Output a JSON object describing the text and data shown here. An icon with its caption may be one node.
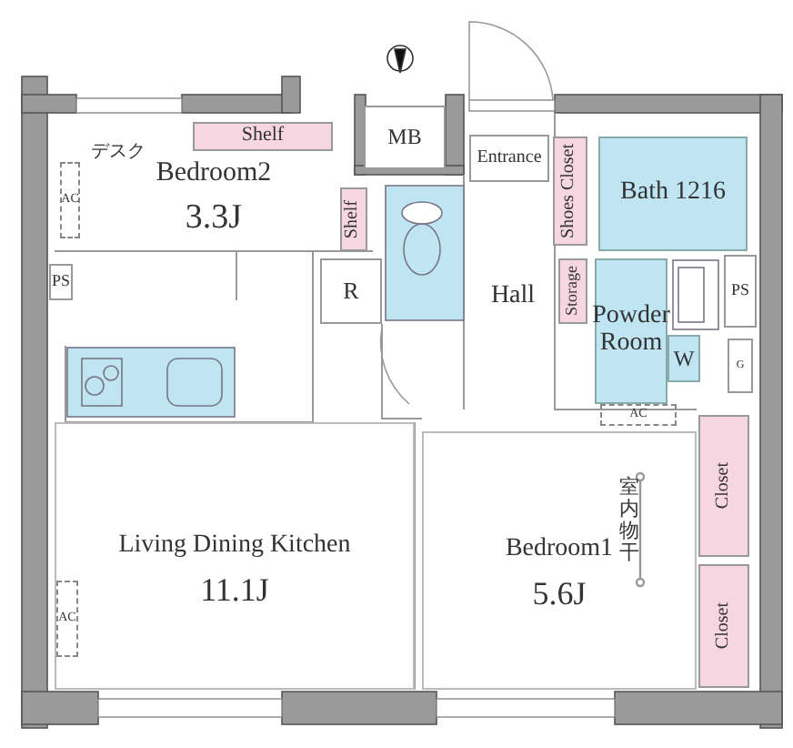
{
  "diagram": {
    "nodes": [
      {
        "text": [
          "Bedroom2",
          "3.3J"
        ]
      },
      {
        "text": [
          "Shelf"
        ],
        "in": 0
      },
      {
        "text": [
          "AC"
        ],
        "in": 0
      },
      {
        "text": [
          "MB"
        ]
      },
      {
        "text": [
          "Shelf"
        ],
        "in": 0
      },
      {
        "text": [
          "Entrance"
        ]
      },
      {
        "text": [
          "Shoes Closet"
        ]
      },
      {
        "text": [
          "Bath 1216"
        ]
      },
      {
        "text": [
          "PS"
        ]
      },
      {
        "text": [
          "R"
        ]
      },
      {
        "text": [
          "Hall"
        ]
      },
      {
        "text": [
          "Storage"
        ]
      },
      {
        "text": [
          "Powder Room"
        ]
      },
      {
        "text": [
          "PS"
        ]
      },
      {
        "text": [
          "W"
        ]
      },
      {
        "text": [
          "G"
        ]
      },
      {
        "text": [
          "AC"
        ]
      },
      {
        "text": [
          "Living Dining Kitchen",
          "11.1J"
        ]
      },
      {
        "text": [
          "AC"
        ],
        "in": 17
      },
      {
        "text": [
          "Bedroom1",
          "5.6J"
        ]
      },
      {
        "text": [
          "Closet"
        ]
      },
      {
        "text": [
          "Closet"
        ]
      }
    ],
    "labels": [
      "デスク",
      "室内物干"
    ]
  }
}
